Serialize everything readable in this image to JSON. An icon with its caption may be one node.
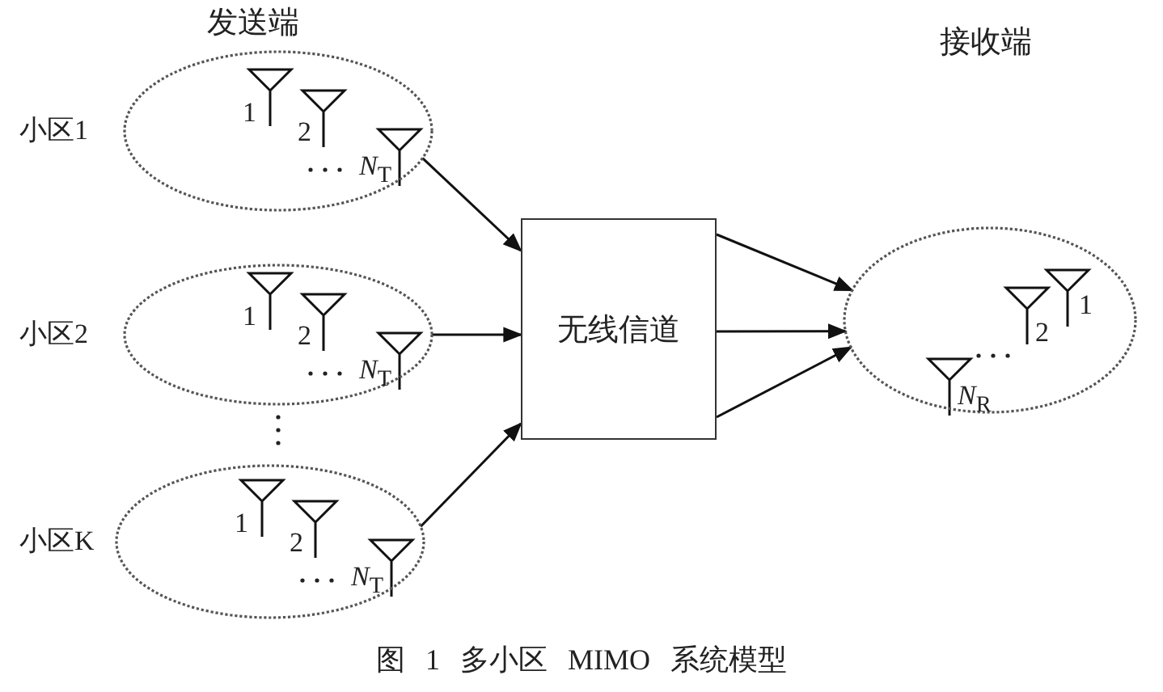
{
  "diagram": {
    "caption": "图 1 多小区 MIMO 系统模型",
    "nodes": [
      {
        "text": [
          "小区1"
        ]
      },
      {
        "text": [
          "小区2"
        ]
      },
      {
        "text": [
          "小区K"
        ]
      },
      {
        "text": [
          "无线信道"
        ]
      },
      {
        "text": [],
        "shape": "ellipse"
      }
    ],
    "edges": [
      {
        "from": 0,
        "to": 3,
        "arrow": "to"
      },
      {
        "from": 1,
        "to": 3,
        "arrow": "to"
      },
      {
        "from": 2,
        "to": 3,
        "arrow": "to"
      },
      {
        "from": 3,
        "to": 4,
        "arrow": "to"
      },
      {
        "from": 3,
        "to": 4,
        "arrow": "to"
      },
      {
        "from": 3,
        "to": 4,
        "arrow": "to"
      }
    ],
    "labels": [
      "发送端",
      "接收端",
      "1",
      "2",
      "*N*$_{T}$",
      "1",
      "2",
      "*N*$_{T}$",
      "1",
      "2",
      "*N*$_{T}$",
      "1",
      "2",
      "*N*$_{R}$"
    ]
  }
}
